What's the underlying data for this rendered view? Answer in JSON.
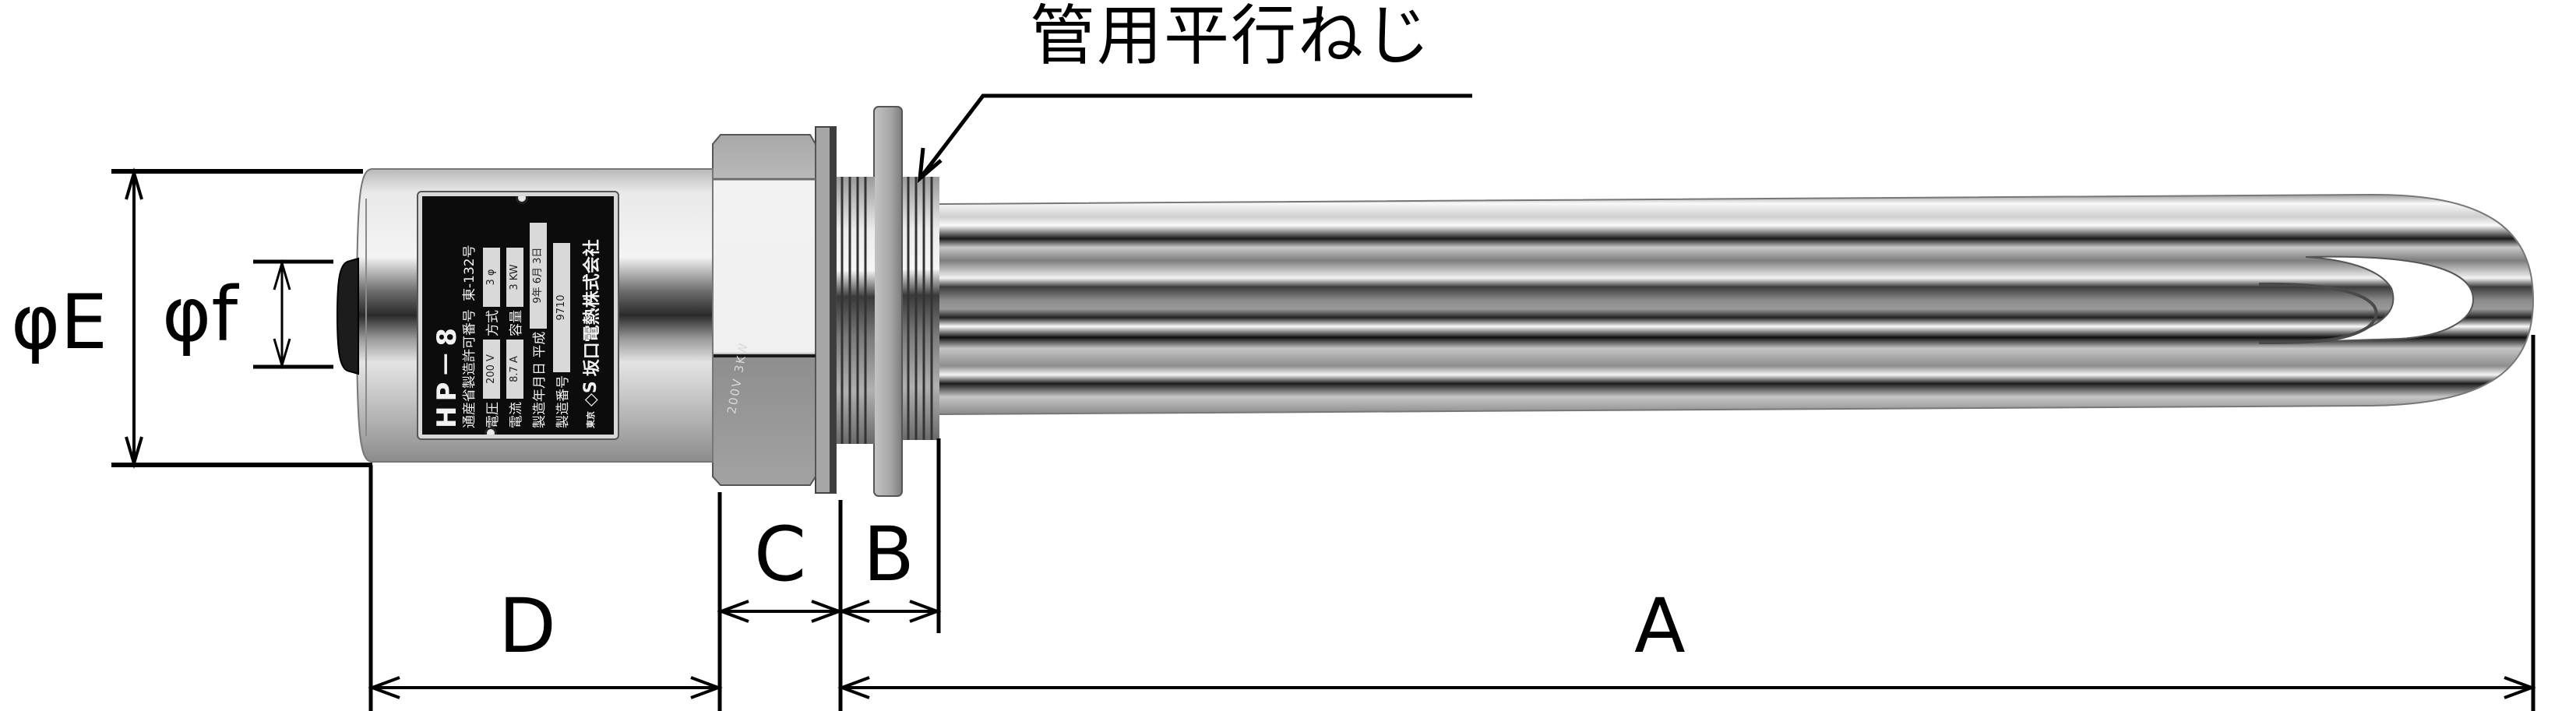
{
  "diagram": {
    "title": "Screw-plug immersion heater dimension drawing",
    "callout": {
      "label": "管用平行ねじ"
    },
    "dimensions": {
      "A": "A",
      "B": "B",
      "C": "C",
      "D": "D",
      "E": "φE",
      "f": "φf"
    },
    "nameplate": {
      "model": "HP－8",
      "approval_label": "通産省製造許可番号",
      "approval_number": "東-132号",
      "voltage_label": "電圧",
      "voltage_value": "200 V",
      "method_label": "方式",
      "method_value": "3 φ",
      "current_label": "電流",
      "current_value": "8.7 A",
      "capacity_label": "容量",
      "capacity_value": "3 KW",
      "date_label": "製造年月日 平成",
      "date_value": "9年 6月 3日",
      "serial_label": "製造番号",
      "serial_value": "9710",
      "maker_city": "東京",
      "maker_logo": "◇S",
      "maker_name": "坂口電熱株式会社"
    },
    "hex_engraving": "200V 3KW",
    "colors": {
      "line": "#000000",
      "background": "#ffffff",
      "metal_light": "#e6e6e6",
      "metal_mid": "#a9a9a9",
      "metal_dark": "#2a2a2a",
      "plate": "#0c0c0c"
    }
  }
}
